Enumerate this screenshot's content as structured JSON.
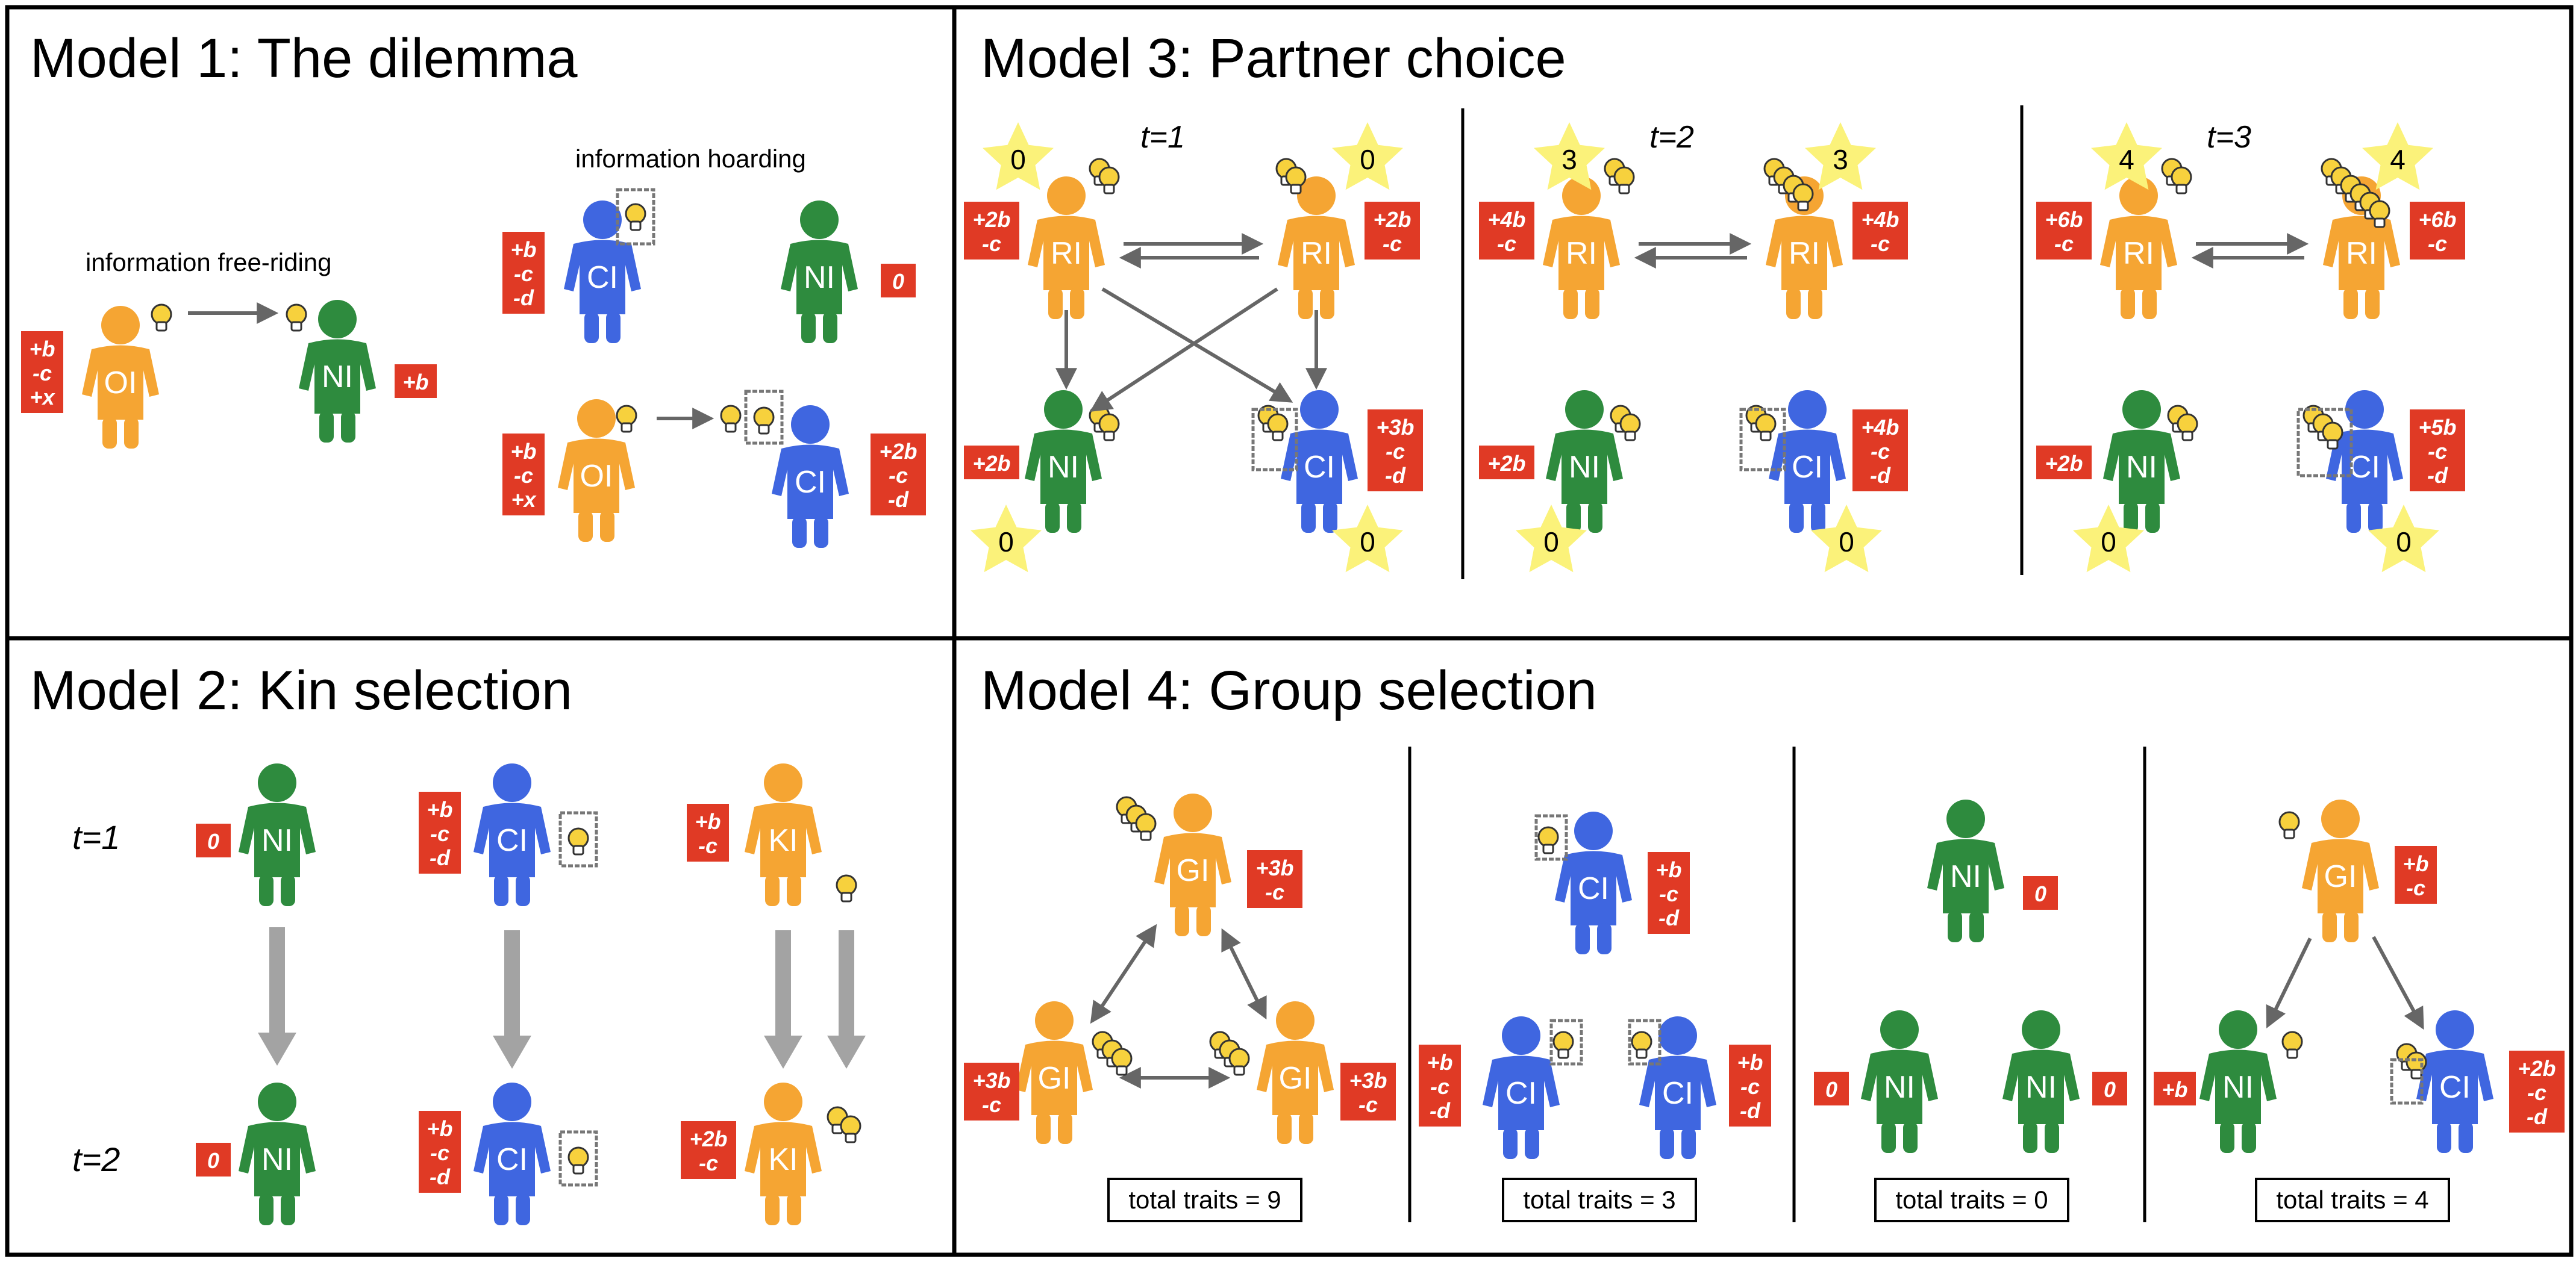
{
  "colors": {
    "orange": "#F5A533",
    "green": "#2E8B3E",
    "blue": "#3F66E0",
    "red": "#E03A25",
    "star": "#FBF27A",
    "bulb": "#F7D13D",
    "arrow": "#666666",
    "thick_arrow": "#A3A3A3"
  },
  "model1": {
    "title": "Model 1: The dilemma",
    "hoarding_caption": "information hoarding",
    "freeriding_caption": "information free-riding",
    "persons": [
      "OI",
      "NI",
      "CI",
      "NI",
      "OI",
      "CI"
    ],
    "payoffs": [
      "+b|-c|+x",
      "+b",
      "+b|-c|-d",
      "0",
      "+b|-c|+x",
      "+2b|-c|-d"
    ]
  },
  "model2": {
    "title": "Model 2: Kin selection",
    "row_labels": [
      "t=1",
      "t=2"
    ],
    "persons": [
      "NI",
      "CI",
      "KI",
      "NI",
      "CI",
      "KI"
    ],
    "payoffs": [
      "0",
      "+b|-c|-d",
      "+b|-c",
      "0",
      "+b|-c|-d",
      "+2b|-c"
    ]
  },
  "model3": {
    "title": "Model 3: Partner choice",
    "panels": [
      {
        "t": "t=1",
        "stars": [
          "0",
          "0",
          "0",
          "0"
        ],
        "payoffs": [
          "+2b|-c",
          "+2b|-c",
          "+2b",
          "+3b|-c|-d"
        ]
      },
      {
        "t": "t=2",
        "stars": [
          "3",
          "3",
          "0",
          "0"
        ],
        "payoffs": [
          "+4b|-c",
          "+4b|-c",
          "+2b",
          "+4b|-c|-d"
        ]
      },
      {
        "t": "t=3",
        "stars": [
          "4",
          "4",
          "0",
          "0"
        ],
        "payoffs": [
          "+6b|-c",
          "+6b|-c",
          "+2b",
          "+5b|-c|-d"
        ]
      }
    ],
    "person_labels": [
      "RI",
      "RI",
      "NI",
      "CI"
    ]
  },
  "model4": {
    "title": "Model 4: Group selection",
    "groups": [
      {
        "persons": [
          "GI",
          "GI",
          "GI"
        ],
        "payoffs": [
          "+3b|-c",
          "+3b|-c",
          "+3b|-c"
        ],
        "total": "total traits = 9"
      },
      {
        "persons": [
          "CI",
          "CI",
          "CI"
        ],
        "payoffs": [
          "+b|-c|-d",
          "+b|-c|-d",
          "+b|-c|-d"
        ],
        "total": "total traits = 3"
      },
      {
        "persons": [
          "NI",
          "NI",
          "NI"
        ],
        "payoffs": [
          "0",
          "0",
          "0"
        ],
        "total": "total traits = 0"
      },
      {
        "persons": [
          "GI",
          "NI",
          "CI"
        ],
        "payoffs": [
          "+b|-c",
          "+b",
          "+2b|-c|-d"
        ],
        "total": "total traits = 4"
      }
    ]
  }
}
